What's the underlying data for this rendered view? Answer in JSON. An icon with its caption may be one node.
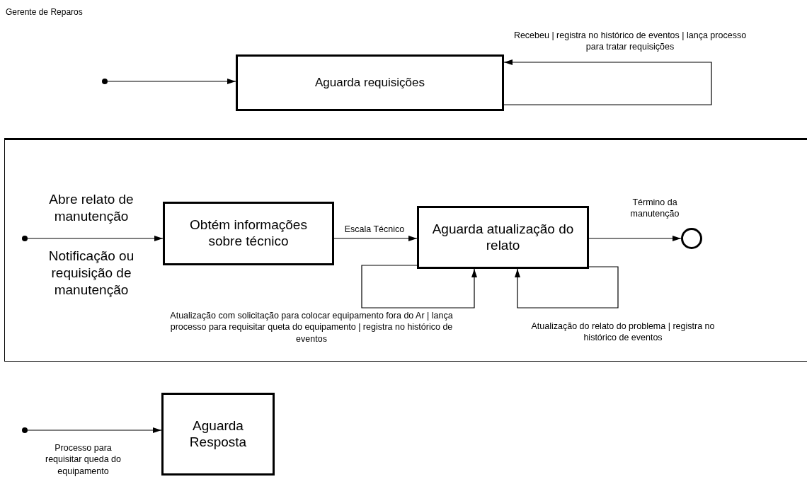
{
  "diagram": {
    "nodes": [
      {
        "text": [],
        "shape": "circle"
      },
      {
        "text": [
          "Aguarda requisições"
        ]
      },
      {
        "text": [],
        "shape": "box"
      },
      {
        "text": [],
        "shape": "circle",
        "in": 2
      },
      {
        "text": [
          "Obtém informações sobre técnico"
        ],
        "in": 2
      },
      {
        "text": [
          "Aguarda atualização do relato"
        ],
        "in": 2
      },
      {
        "text": [],
        "shape": "circle",
        "in": 2
      },
      {
        "text": [],
        "shape": "circle"
      },
      {
        "text": [
          "Aguarda Resposta"
        ]
      }
    ],
    "edges": [
      {
        "from": 0,
        "to": 1,
        "arrow": "to"
      },
      {
        "from": 1,
        "to": 1,
        "arrow": "to",
        "label": "Recebeu | registra no histórico de eventos | lança processo para tratar requisições"
      },
      {
        "from": 3,
        "to": 4,
        "arrow": "to",
        "label": "Abre relato de manutenção"
      },
      {
        "from": 4,
        "to": 5,
        "arrow": "to",
        "label": "Escala Técnico"
      },
      {
        "from": 5,
        "to": 6,
        "arrow": "to",
        "label": "Término da manutenção"
      },
      {
        "from": 5,
        "to": 5,
        "arrow": "to",
        "label": "Atualização com solicitação para colocar equipamento fora do Ar | lança processo para requisitar queta do equipamento | registra no histórico de eventos"
      },
      {
        "from": 5,
        "to": 5,
        "arrow": "to",
        "label": "Atualização do relato do problema | registra no histórico de eventos"
      },
      {
        "from": 7,
        "to": 8,
        "arrow": "to",
        "label": "Processo para requisitar queda do equipamento"
      }
    ],
    "labels": [
      "Gerente de Reparos",
      "Notificação ou requisição de manutenção"
    ]
  }
}
